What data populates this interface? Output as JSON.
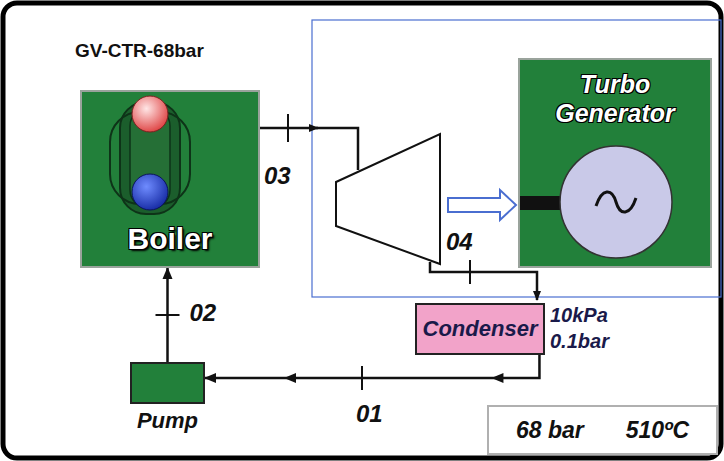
{
  "diagram": {
    "title": "GV-CTR-68bar",
    "nodes": [
      {
        "text": [
          "Boiler"
        ]
      },
      {
        "text": [
          "Turbo Generator"
        ]
      },
      {
        "text": [
          "Condenser"
        ]
      },
      {
        "text": [
          "Pump"
        ]
      },
      {
        "text": [
          "68 bar",
          "510ºC"
        ]
      }
    ],
    "edges": [
      {
        "from": 2,
        "to": 3,
        "arrow": "to",
        "label": "01"
      },
      {
        "from": 3,
        "to": 0,
        "arrow": "to",
        "label": "02"
      }
    ],
    "labels": [
      "03",
      "04",
      "10kPa",
      "0.1bar"
    ]
  }
}
